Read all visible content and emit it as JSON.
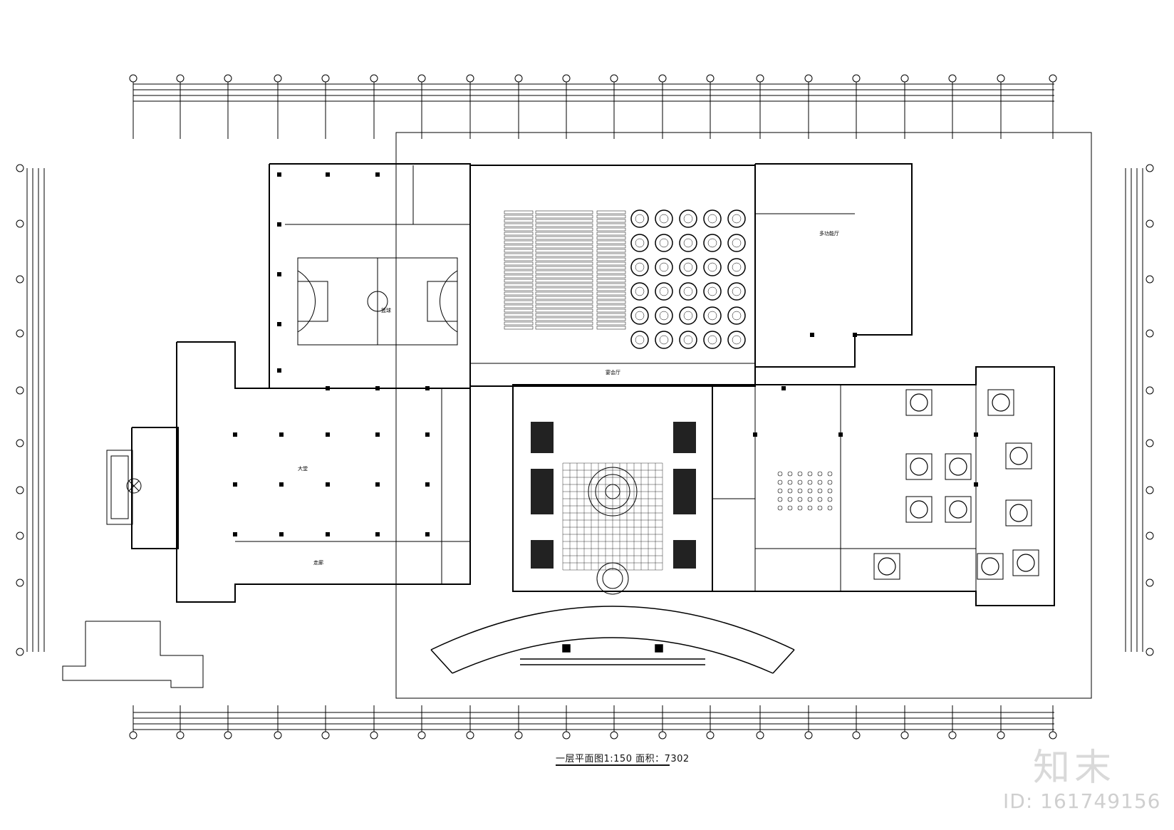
{
  "drawing": {
    "title": "一层平面图1:150 面积：7302",
    "rooms": {
      "gym": "篮球",
      "hall": "宴会厅",
      "lobby": "大堂",
      "right_hall": "多功能厅",
      "corridor": "走廊"
    }
  },
  "watermark": {
    "logo": "知末",
    "id": "ID: 161749156"
  }
}
